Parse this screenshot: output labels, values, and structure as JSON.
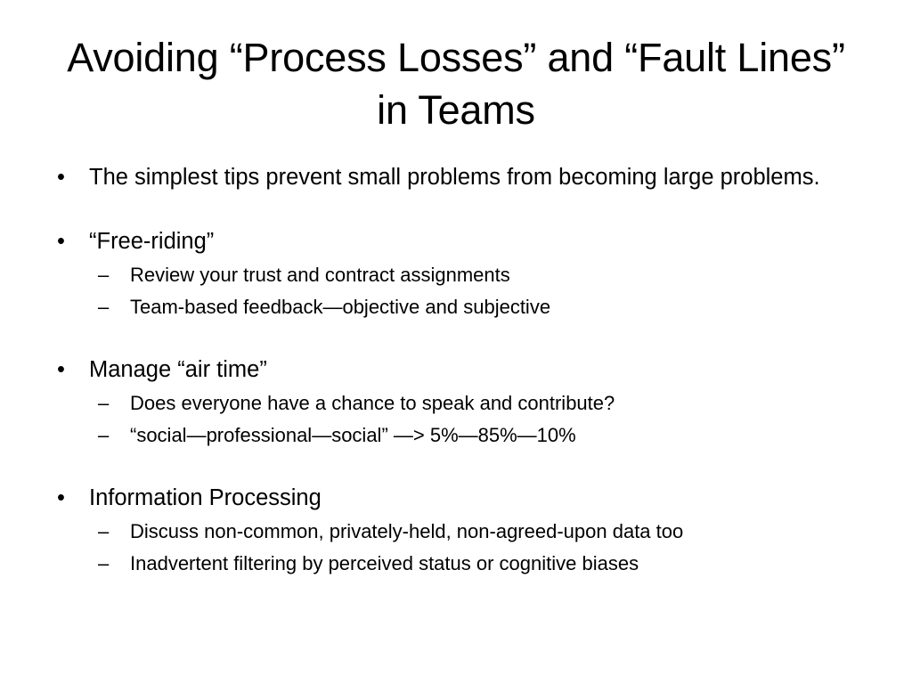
{
  "slide": {
    "title": "Avoiding “Process Losses” and “Fault Lines” in Teams",
    "background_color": "#ffffff",
    "text_color": "#000000",
    "bullet_marker": "•",
    "sub_bullet_marker": "–",
    "groups": [
      {
        "heading": "The simplest tips prevent small problems from becoming large problems.",
        "sub_items": []
      },
      {
        "heading": "“Free-riding”",
        "sub_items": [
          "Review your trust and contract assignments",
          "Team-based feedback—objective and subjective"
        ]
      },
      {
        "heading": "Manage “air time”",
        "sub_items": [
          "Does everyone have a chance to speak and contribute?",
          "“social—professional—social” —> 5%—85%—10%"
        ]
      },
      {
        "heading": "Information Processing",
        "sub_items": [
          "Discuss non-common, privately-held, non-agreed-upon data too",
          "Inadvertent filtering by perceived status or cognitive biases"
        ]
      }
    ]
  }
}
